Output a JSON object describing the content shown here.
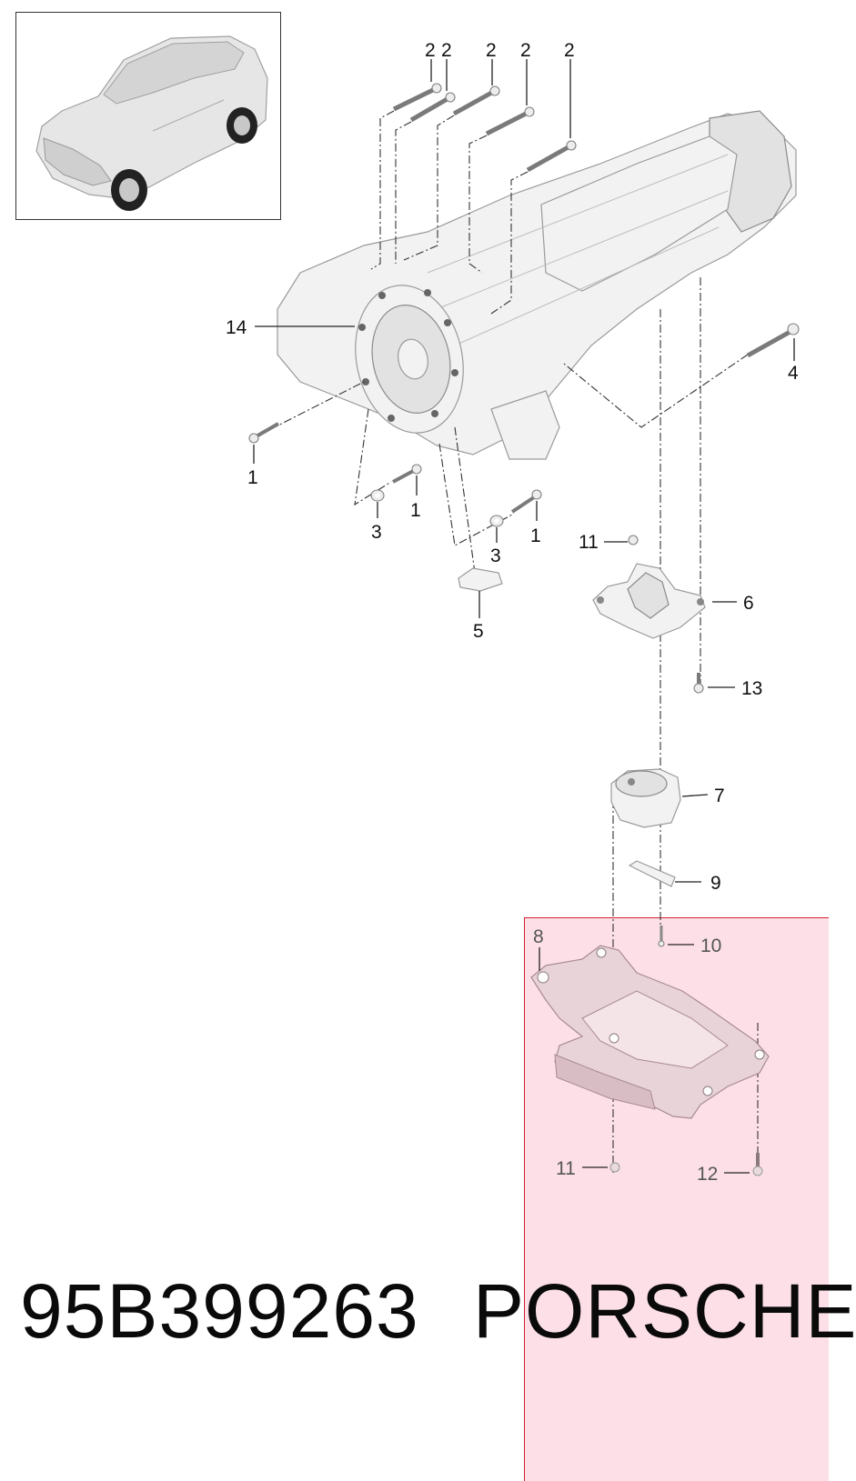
{
  "callouts": {
    "c2a": "2",
    "c2b": "2",
    "c2c": "2",
    "c2d": "2",
    "c2e": "2",
    "c14": "14",
    "c4": "4",
    "c1a": "1",
    "c1b": "1",
    "c1c": "1",
    "c3a": "3",
    "c3b": "3",
    "c5": "5",
    "c11a": "11",
    "c6": "6",
    "c13": "13",
    "c7": "7",
    "c9": "9",
    "c10": "10",
    "c8": "8",
    "c11b": "11",
    "c12": "12"
  },
  "footer": {
    "part_number": "95B399263",
    "brand": "PORSCHE"
  },
  "colors": {
    "highlight_fill": "#fbd2dc",
    "highlight_border": "#d02030"
  }
}
